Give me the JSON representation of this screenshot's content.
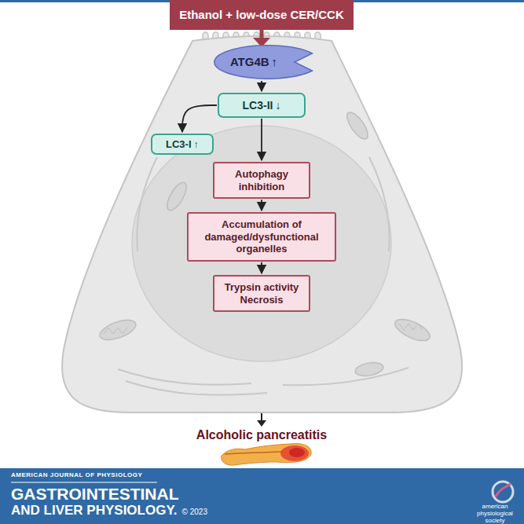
{
  "diagram": {
    "nodes": [
      {
        "text": [
          "Ethanol + low-dose CER/CCK"
        ]
      },
      {
        "text": [
          "ATG4B",
          "↑"
        ]
      },
      {
        "text": [
          "LC3-II",
          "↓"
        ]
      },
      {
        "text": [
          "LC3-I",
          "↑"
        ]
      },
      {
        "text": [
          "Autophagy inhibition"
        ]
      },
      {
        "text": [
          "Accumulation of damaged/dysfunctional organelles"
        ]
      },
      {
        "text": [
          "Trypsin activity Necrosis"
        ]
      }
    ],
    "edges": [
      {
        "from": 1,
        "to": 2,
        "arrow": "to"
      },
      {
        "from": 2,
        "to": 3,
        "arrow": "to"
      },
      {
        "from": 2,
        "to": 4,
        "arrow": "to"
      },
      {
        "from": 4,
        "to": 5,
        "arrow": "to"
      },
      {
        "from": 5,
        "to": 6,
        "arrow": "to"
      }
    ],
    "labels": [
      "Alcoholic pancreatitis",
      "AMERICAN JOURNAL OF PHYSIOLOGY",
      "GASTROINTESTINAL",
      "AND LIVER PHYSIOLOGY.",
      "© 2023",
      "american physiological society"
    ]
  }
}
